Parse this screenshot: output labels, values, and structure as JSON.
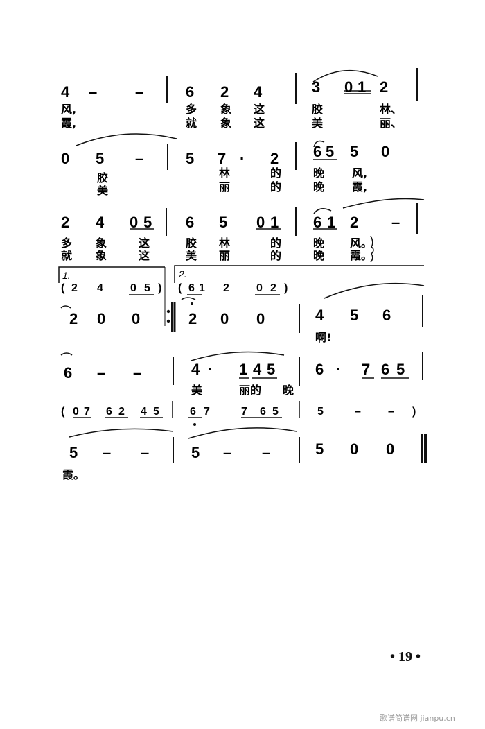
{
  "page": {
    "number": "• 19 •",
    "watermark": "歌谱简谱网 jianpu.cn"
  },
  "rows": [
    {
      "notes": [
        "4",
        "–",
        "–",
        "6",
        "2",
        "4",
        "3",
        "0",
        "1",
        "2"
      ],
      "lyrics1": [
        "风,",
        "多",
        "象",
        "这",
        "胶",
        "林、"
      ],
      "lyrics2": [
        "霞,",
        "就",
        "象",
        "这",
        "美",
        "丽、"
      ]
    },
    {
      "notes": [
        "0",
        "5",
        "–",
        "5",
        "7",
        "·",
        "2",
        "6",
        "5",
        "5",
        "0"
      ],
      "lyrics1": [
        "胶",
        "林",
        "的",
        "晚",
        "风,"
      ],
      "lyrics2": [
        "美",
        "丽",
        "的",
        "晚",
        "霞,"
      ]
    },
    {
      "notes": [
        "2",
        "4",
        "0",
        "5",
        "6",
        "5",
        "0",
        "1",
        "6",
        "1",
        "2",
        "–"
      ],
      "lyrics1": [
        "多",
        "象",
        "这",
        "胶",
        "林",
        "的",
        "晚",
        "风。"
      ],
      "lyrics2": [
        "就",
        "象",
        "这",
        "美",
        "丽",
        "的",
        "晚",
        "霞。"
      ]
    },
    {
      "ending1": "1.",
      "ending2": "2.",
      "accomp": [
        "(",
        "2",
        "4",
        "0",
        "5",
        ")",
        "(",
        "6",
        "1",
        "2",
        "0",
        "2",
        ")"
      ]
    },
    {
      "notes": [
        "2",
        "0",
        "0",
        "2",
        "0",
        "0",
        "4",
        "5",
        "6"
      ],
      "lyrics1": [
        "啊!"
      ]
    },
    {
      "notes": [
        "6",
        "–",
        "–",
        "4",
        "·",
        "1",
        "4",
        "5",
        "6",
        "·",
        "7",
        "6",
        "5"
      ],
      "lyrics1": [
        "美",
        "丽的",
        "晚"
      ]
    },
    {
      "accomp": [
        "(",
        "0",
        "7",
        "6",
        "2",
        "4",
        "5",
        "6",
        "7",
        "7",
        "6",
        "5",
        "5",
        "–",
        "–",
        ")"
      ]
    },
    {
      "notes": [
        "5",
        "–",
        "–",
        "5",
        "–",
        "–",
        "5",
        "0",
        "0"
      ],
      "lyrics1": [
        "霞。"
      ]
    }
  ]
}
